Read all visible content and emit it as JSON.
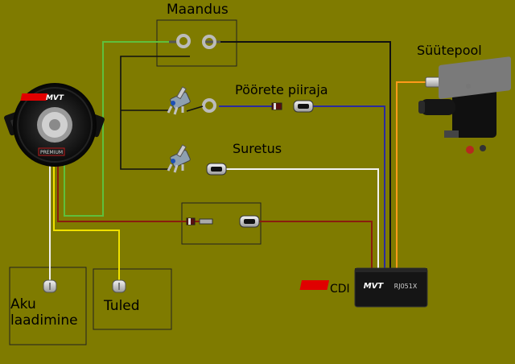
{
  "labels": {
    "ground": "Maandus",
    "rev_limiter": "Pöörete piiraja",
    "kill": "Suretus",
    "ignition_coil": "Süütepool",
    "cdi": "CDI",
    "battery_charging": "Aku\nlaadimine",
    "lights": "Tuled"
  },
  "stator": {
    "brand": "MVT",
    "label": "PREMIUM"
  },
  "cdi_module": {
    "brand": "MVT",
    "model": "RJ051X"
  },
  "colors": {
    "background": "#7f7b00",
    "wire_green": "#5fbf3c",
    "wire_black": "#111111",
    "wire_blue": "#2a2aa0",
    "wire_white": "#f2f2f2",
    "wire_red": "#8a1d0e",
    "wire_yellow": "#f0e000",
    "wire_orange": "#ff9a1a"
  },
  "icons": [
    "ring-terminal-icon",
    "toggle-switch-icon",
    "diode-icon",
    "spade-connector-icon",
    "bullet-connector-icon"
  ]
}
